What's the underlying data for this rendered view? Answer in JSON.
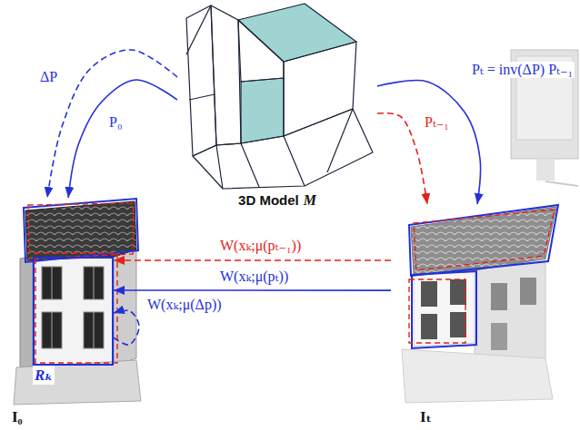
{
  "diagram": {
    "nodes": [
      {
        "text": [
          "3D Model",
          "M"
        ]
      },
      {
        "text": [
          "I₀"
        ]
      },
      {
        "text": [
          "Rₖ"
        ],
        "in": 1
      },
      {
        "text": [
          "Iₜ"
        ]
      }
    ],
    "edges": [
      {
        "from": 0,
        "to": 1,
        "arrow": "to",
        "label": "ΔP"
      },
      {
        "from": 0,
        "to": 1,
        "arrow": "to",
        "label": "P₀"
      },
      {
        "from": 0,
        "to": 3,
        "arrow": "to",
        "label": "Pₜ = inv(ΔP) Pₜ₋₁"
      },
      {
        "from": 0,
        "to": 3,
        "arrow": "to",
        "label": "Pₜ₋₁"
      },
      {
        "from": 3,
        "to": 2,
        "arrow": "to",
        "label": "W(xₖ;μ(pₜ₋₁))"
      },
      {
        "from": 3,
        "to": 2,
        "arrow": "to",
        "label": "W(xₖ;μ(pₜ))"
      },
      {
        "from": 2,
        "to": 2,
        "arrow": "to",
        "label": "W(xₖ;μ(Δp))"
      }
    ]
  }
}
